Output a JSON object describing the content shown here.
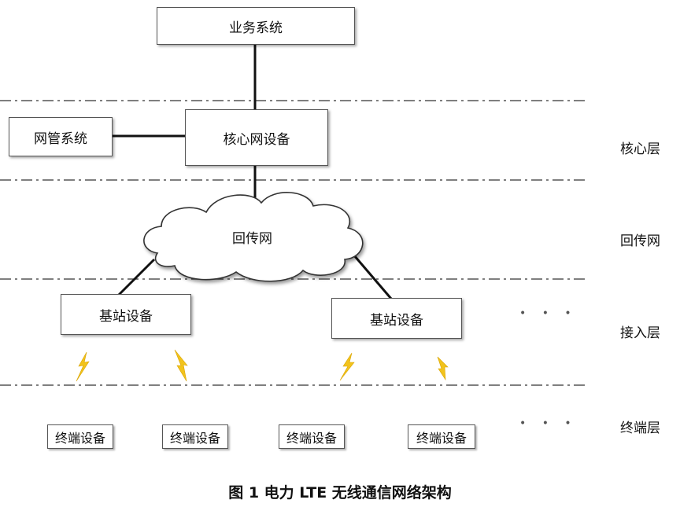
{
  "nodes": {
    "business_system": "业务系统",
    "nms_system": "网管系统",
    "core_network_equipment": "核心网设备",
    "backhaul_network": "回传网",
    "base_station_1": "基站设备",
    "base_station_2": "基站设备",
    "terminals": [
      "终端设备",
      "终端设备",
      "终端设备",
      "终端设备"
    ]
  },
  "layers": {
    "core": "核心层",
    "backhaul": "回传网",
    "access": "接入层",
    "terminal": "终端层"
  },
  "ellipsis": "• • •",
  "caption": "图 1   电力 LTE 无线通信网络架构",
  "colors": {
    "lightning": "#f2c31c",
    "dashed_line": "#555555",
    "line": "#111111"
  }
}
